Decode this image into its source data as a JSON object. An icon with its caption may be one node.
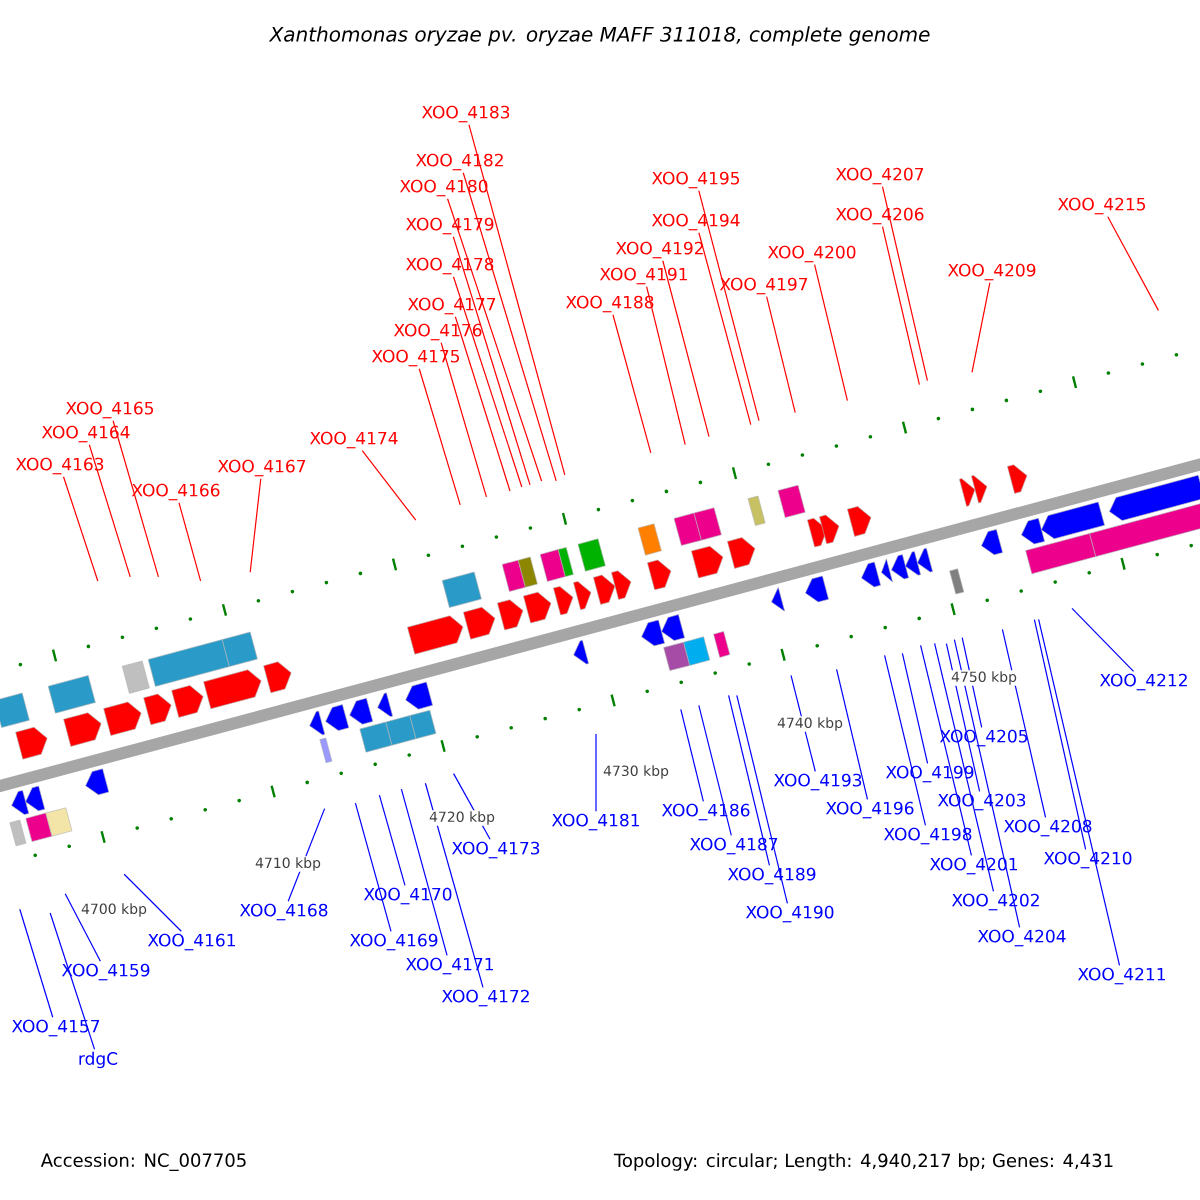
{
  "diagram": {
    "title": "Xanthomonas oryzae pv. oryzae MAFF 311018, complete genome",
    "nodes": [
      {
        "text": [
          "XOO_4163"
        ]
      },
      {
        "text": [
          "XOO_4164"
        ]
      },
      {
        "text": [
          "XOO_4165"
        ]
      },
      {
        "text": [
          "XOO_4166"
        ]
      },
      {
        "text": [
          "XOO_4167"
        ]
      },
      {
        "text": [
          "XOO_4174"
        ]
      },
      {
        "text": [
          "XOO_4175"
        ]
      },
      {
        "text": [
          "XOO_4176"
        ]
      },
      {
        "text": [
          "XOO_4177"
        ]
      },
      {
        "text": [
          "XOO_4178"
        ]
      },
      {
        "text": [
          "XOO_4179"
        ]
      },
      {
        "text": [
          "XOO_4180"
        ]
      },
      {
        "text": [
          "XOO_4182"
        ]
      },
      {
        "text": [
          "XOO_4183"
        ]
      },
      {
        "text": [
          "XOO_4188"
        ]
      },
      {
        "text": [
          "XOO_4191"
        ]
      },
      {
        "text": [
          "XOO_4192"
        ]
      },
      {
        "text": [
          "XOO_4194"
        ]
      },
      {
        "text": [
          "XOO_4195"
        ]
      },
      {
        "text": [
          "XOO_4197"
        ]
      },
      {
        "text": [
          "XOO_4200"
        ]
      },
      {
        "text": [
          "XOO_4206"
        ]
      },
      {
        "text": [
          "XOO_4207"
        ]
      },
      {
        "text": [
          "XOO_4209"
        ]
      },
      {
        "text": [
          "XOO_4215"
        ]
      },
      {
        "text": [
          "rdgC"
        ]
      },
      {
        "text": [
          "XOO_4157"
        ]
      },
      {
        "text": [
          "XOO_4159"
        ]
      },
      {
        "text": [
          "XOO_4161"
        ]
      },
      {
        "text": [
          "XOO_4168"
        ]
      },
      {
        "text": [
          "XOO_4169"
        ]
      },
      {
        "text": [
          "XOO_4170"
        ]
      },
      {
        "text": [
          "XOO_4171"
        ]
      },
      {
        "text": [
          "XOO_4172"
        ]
      },
      {
        "text": [
          "XOO_4173"
        ]
      },
      {
        "text": [
          "XOO_4181"
        ]
      },
      {
        "text": [
          "XOO_4186"
        ]
      },
      {
        "text": [
          "XOO_4187"
        ]
      },
      {
        "text": [
          "XOO_4189"
        ]
      },
      {
        "text": [
          "XOO_4190"
        ]
      },
      {
        "text": [
          "XOO_4193"
        ]
      },
      {
        "text": [
          "XOO_4196"
        ]
      },
      {
        "text": [
          "XOO_4198"
        ]
      },
      {
        "text": [
          "XOO_4199"
        ]
      },
      {
        "text": [
          "XOO_4201"
        ]
      },
      {
        "text": [
          "XOO_4202"
        ]
      },
      {
        "text": [
          "XOO_4203"
        ]
      },
      {
        "text": [
          "XOO_4204"
        ]
      },
      {
        "text": [
          "XOO_4205"
        ]
      },
      {
        "text": [
          "XOO_4208"
        ]
      },
      {
        "text": [
          "XOO_4210"
        ]
      },
      {
        "text": [
          "XOO_4211"
        ]
      },
      {
        "text": [
          "XOO_4212"
        ]
      }
    ],
    "edges": [
      {
        "from": 0,
        "to": null,
        "arrow": "none",
        "color": "#ff0000"
      },
      {
        "from": 1,
        "to": null,
        "arrow": "none",
        "color": "#ff0000"
      },
      {
        "from": 2,
        "to": null,
        "arrow": "none",
        "color": "#ff0000"
      },
      {
        "from": 3,
        "to": null,
        "arrow": "none",
        "color": "#ff0000"
      },
      {
        "from": 4,
        "to": null,
        "arrow": "none",
        "color": "#ff0000"
      },
      {
        "from": 5,
        "to": null,
        "arrow": "none",
        "color": "#ff0000"
      },
      {
        "from": 6,
        "to": null,
        "arrow": "none",
        "color": "#ff0000"
      },
      {
        "from": 7,
        "to": null,
        "arrow": "none",
        "color": "#ff0000"
      },
      {
        "from": 8,
        "to": null,
        "arrow": "none",
        "color": "#ff0000"
      },
      {
        "from": 9,
        "to": null,
        "arrow": "none",
        "color": "#ff0000"
      },
      {
        "from": 10,
        "to": null,
        "arrow": "none",
        "color": "#ff0000"
      },
      {
        "from": 11,
        "to": null,
        "arrow": "none",
        "color": "#ff0000"
      },
      {
        "from": 12,
        "to": null,
        "arrow": "none",
        "color": "#ff0000"
      },
      {
        "from": 13,
        "to": null,
        "arrow": "none",
        "color": "#ff0000"
      },
      {
        "from": 14,
        "to": null,
        "arrow": "none",
        "color": "#ff0000"
      },
      {
        "from": 15,
        "to": null,
        "arrow": "none",
        "color": "#ff0000"
      },
      {
        "from": 16,
        "to": null,
        "arrow": "none",
        "color": "#ff0000"
      },
      {
        "from": 17,
        "to": null,
        "arrow": "none",
        "color": "#ff0000"
      },
      {
        "from": 18,
        "to": null,
        "arrow": "none",
        "color": "#ff0000"
      },
      {
        "from": 19,
        "to": null,
        "arrow": "none",
        "color": "#ff0000"
      },
      {
        "from": 20,
        "to": null,
        "arrow": "none",
        "color": "#ff0000"
      },
      {
        "from": 21,
        "to": null,
        "arrow": "none",
        "color": "#ff0000"
      },
      {
        "from": 22,
        "to": null,
        "arrow": "none",
        "color": "#ff0000"
      },
      {
        "from": 23,
        "to": null,
        "arrow": "none",
        "color": "#ff0000"
      },
      {
        "from": 24,
        "to": null,
        "arrow": "none",
        "color": "#ff0000"
      },
      {
        "from": 25,
        "to": null,
        "arrow": "none"
      },
      {
        "from": 26,
        "to": null,
        "arrow": "none"
      },
      {
        "from": 27,
        "to": null,
        "arrow": "none"
      },
      {
        "from": 28,
        "to": null,
        "arrow": "none"
      },
      {
        "from": 29,
        "to": null,
        "arrow": "none"
      },
      {
        "from": 30,
        "to": null,
        "arrow": "none"
      },
      {
        "from": 31,
        "to": null,
        "arrow": "none"
      },
      {
        "from": 32,
        "to": null,
        "arrow": "none"
      },
      {
        "from": 33,
        "to": null,
        "arrow": "none"
      },
      {
        "from": 34,
        "to": null,
        "arrow": "none"
      },
      {
        "from": 35,
        "to": null,
        "arrow": "none"
      },
      {
        "from": 36,
        "to": null,
        "arrow": "none"
      },
      {
        "from": 37,
        "to": null,
        "arrow": "none"
      },
      {
        "from": 38,
        "to": null,
        "arrow": "none"
      },
      {
        "from": 39,
        "to": null,
        "arrow": "none"
      },
      {
        "from": 40,
        "to": null,
        "arrow": "none"
      },
      {
        "from": 41,
        "to": null,
        "arrow": "none"
      },
      {
        "from": 42,
        "to": null,
        "arrow": "none"
      },
      {
        "from": 43,
        "to": null,
        "arrow": "none"
      },
      {
        "from": 44,
        "to": null,
        "arrow": "none"
      },
      {
        "from": 45,
        "to": null,
        "arrow": "none"
      },
      {
        "from": 46,
        "to": null,
        "arrow": "none"
      },
      {
        "from": 47,
        "to": null,
        "arrow": "none"
      },
      {
        "from": 48,
        "to": null,
        "arrow": "none"
      },
      {
        "from": 49,
        "to": null,
        "arrow": "none"
      },
      {
        "from": 50,
        "to": null,
        "arrow": "none"
      },
      {
        "from": 51,
        "to": null,
        "arrow": "none"
      },
      {
        "from": 52,
        "to": null,
        "arrow": "none"
      }
    ],
    "labels": [
      "4700 kbp",
      "4710 kbp",
      "4720 kbp",
      "4730 kbp",
      "4740 kbp",
      "4750 kbp",
      "Accession: NC_007705",
      "Topology: circular; Length: 4,940,217 bp; Genes: 4,431"
    ]
  }
}
